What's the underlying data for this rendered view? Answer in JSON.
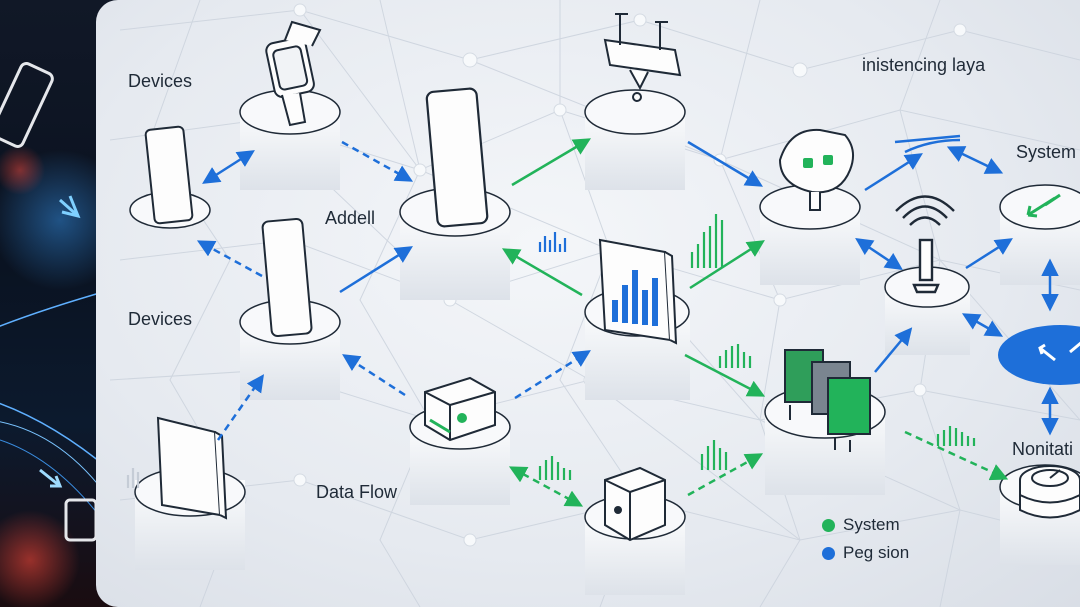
{
  "labels": {
    "devices_top": "Devices",
    "addell": "Addell",
    "devices_mid": "Devices",
    "data_flow": "Data Flow",
    "listening_layer": "inistencing  laya",
    "system": "System",
    "nonitation": "Nonitati"
  },
  "legend": [
    {
      "label": "System",
      "color": "#22b35a"
    },
    {
      "label": "Peg sion",
      "color": "#1e6fd9"
    }
  ],
  "colors": {
    "green": "#22b35a",
    "blue": "#1e6fd9",
    "background": "#e9edf2"
  }
}
